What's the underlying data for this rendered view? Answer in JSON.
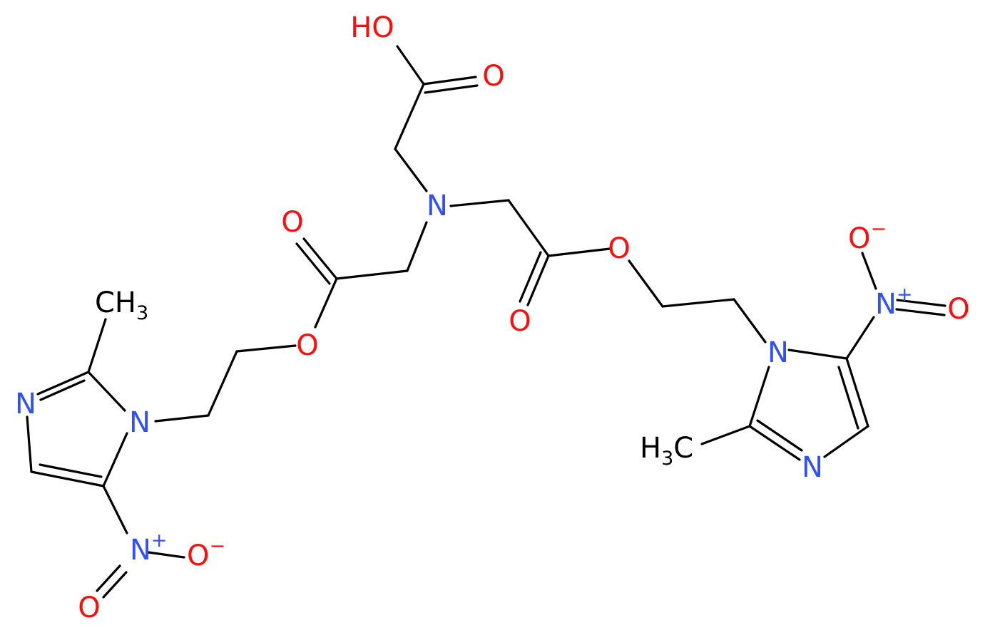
{
  "colors": {
    "oxygen": "#ff0d0d",
    "nitrogen": "#3050f8",
    "carbon": "#000000"
  },
  "labels": {
    "hydroxyl": "HO",
    "o_acid": "O",
    "n_central": "N",
    "o_carbonyl_left": "O",
    "o_ester_left": "O",
    "o_carbonyl_right": "O",
    "o_ester_right": "O",
    "methyl_left_main": "CH",
    "methyl_left_sub": "3",
    "n1_left": "N",
    "n3_left": "N",
    "nitro_n_left": "N",
    "nitro_n_left_charge": "+",
    "nitro_o_minus_left": "O",
    "nitro_o_minus_left_charge": "−",
    "nitro_o_double_left": "O",
    "nitro_o_minus_right": "O",
    "nitro_o_minus_right_charge": "−",
    "nitro_n_right": "N",
    "nitro_n_right_charge": "+",
    "nitro_o_double_right": "O",
    "n1_right": "N",
    "n3_right": "N",
    "methyl_right_main": "H",
    "methyl_right_sub": "3",
    "methyl_right_tail": "C"
  }
}
